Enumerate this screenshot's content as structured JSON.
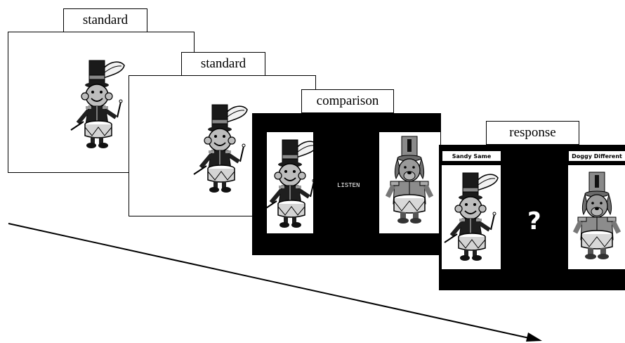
{
  "frames": {
    "standard1": {
      "label": "standard"
    },
    "standard2": {
      "label": "standard"
    },
    "comparison": {
      "label": "comparison",
      "center_text": "LISTEN"
    },
    "response": {
      "label": "response",
      "left_name": "Sandy Same",
      "right_name": "Doggy Different",
      "center_symbol": "?"
    }
  },
  "characters": {
    "boy": "drummer-boy-icon",
    "dog": "drummer-dog-icon"
  },
  "colors": {
    "frame_border": "#000000",
    "screen_black": "#000000",
    "background": "#ffffff"
  }
}
